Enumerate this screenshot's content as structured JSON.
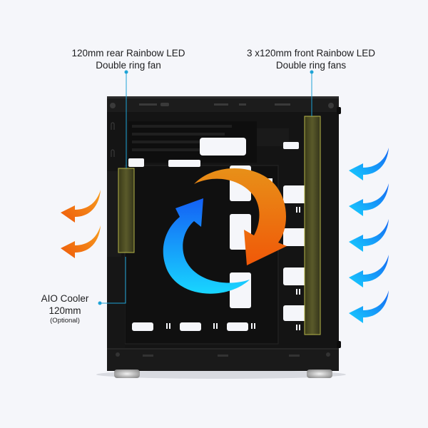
{
  "diagram": {
    "subject": "PC case airflow diagram (side view, glass panel removed)",
    "background_color": "#f5f6fa",
    "case_color": "#141414",
    "callout_color": "#1ea3d6",
    "fan_highlight_color": "#7a7a2a"
  },
  "labels": {
    "rear_fan": {
      "line1": "120mm rear Rainbow LED",
      "line2": "Double ring fan"
    },
    "front_fans": {
      "line1": "3 x120mm front Rainbow LED",
      "line2": "Double ring fans"
    },
    "aio_cooler": {
      "line1": "AIO Cooler",
      "line2": "120mm",
      "line3": "(Optional)"
    }
  },
  "arrows": {
    "intake": {
      "count": 5,
      "direction": "left",
      "side": "front",
      "color": "#1a8cf0",
      "icon": "curved-arrow-left-icon"
    },
    "exhaust": {
      "count": 2,
      "direction": "left",
      "side": "rear",
      "color": "#f06a10",
      "icon": "curved-arrow-left-icon"
    },
    "circulation": {
      "colors": [
        "#1a7cf5",
        "#f07010"
      ],
      "icon": "circular-refresh-icon"
    }
  }
}
